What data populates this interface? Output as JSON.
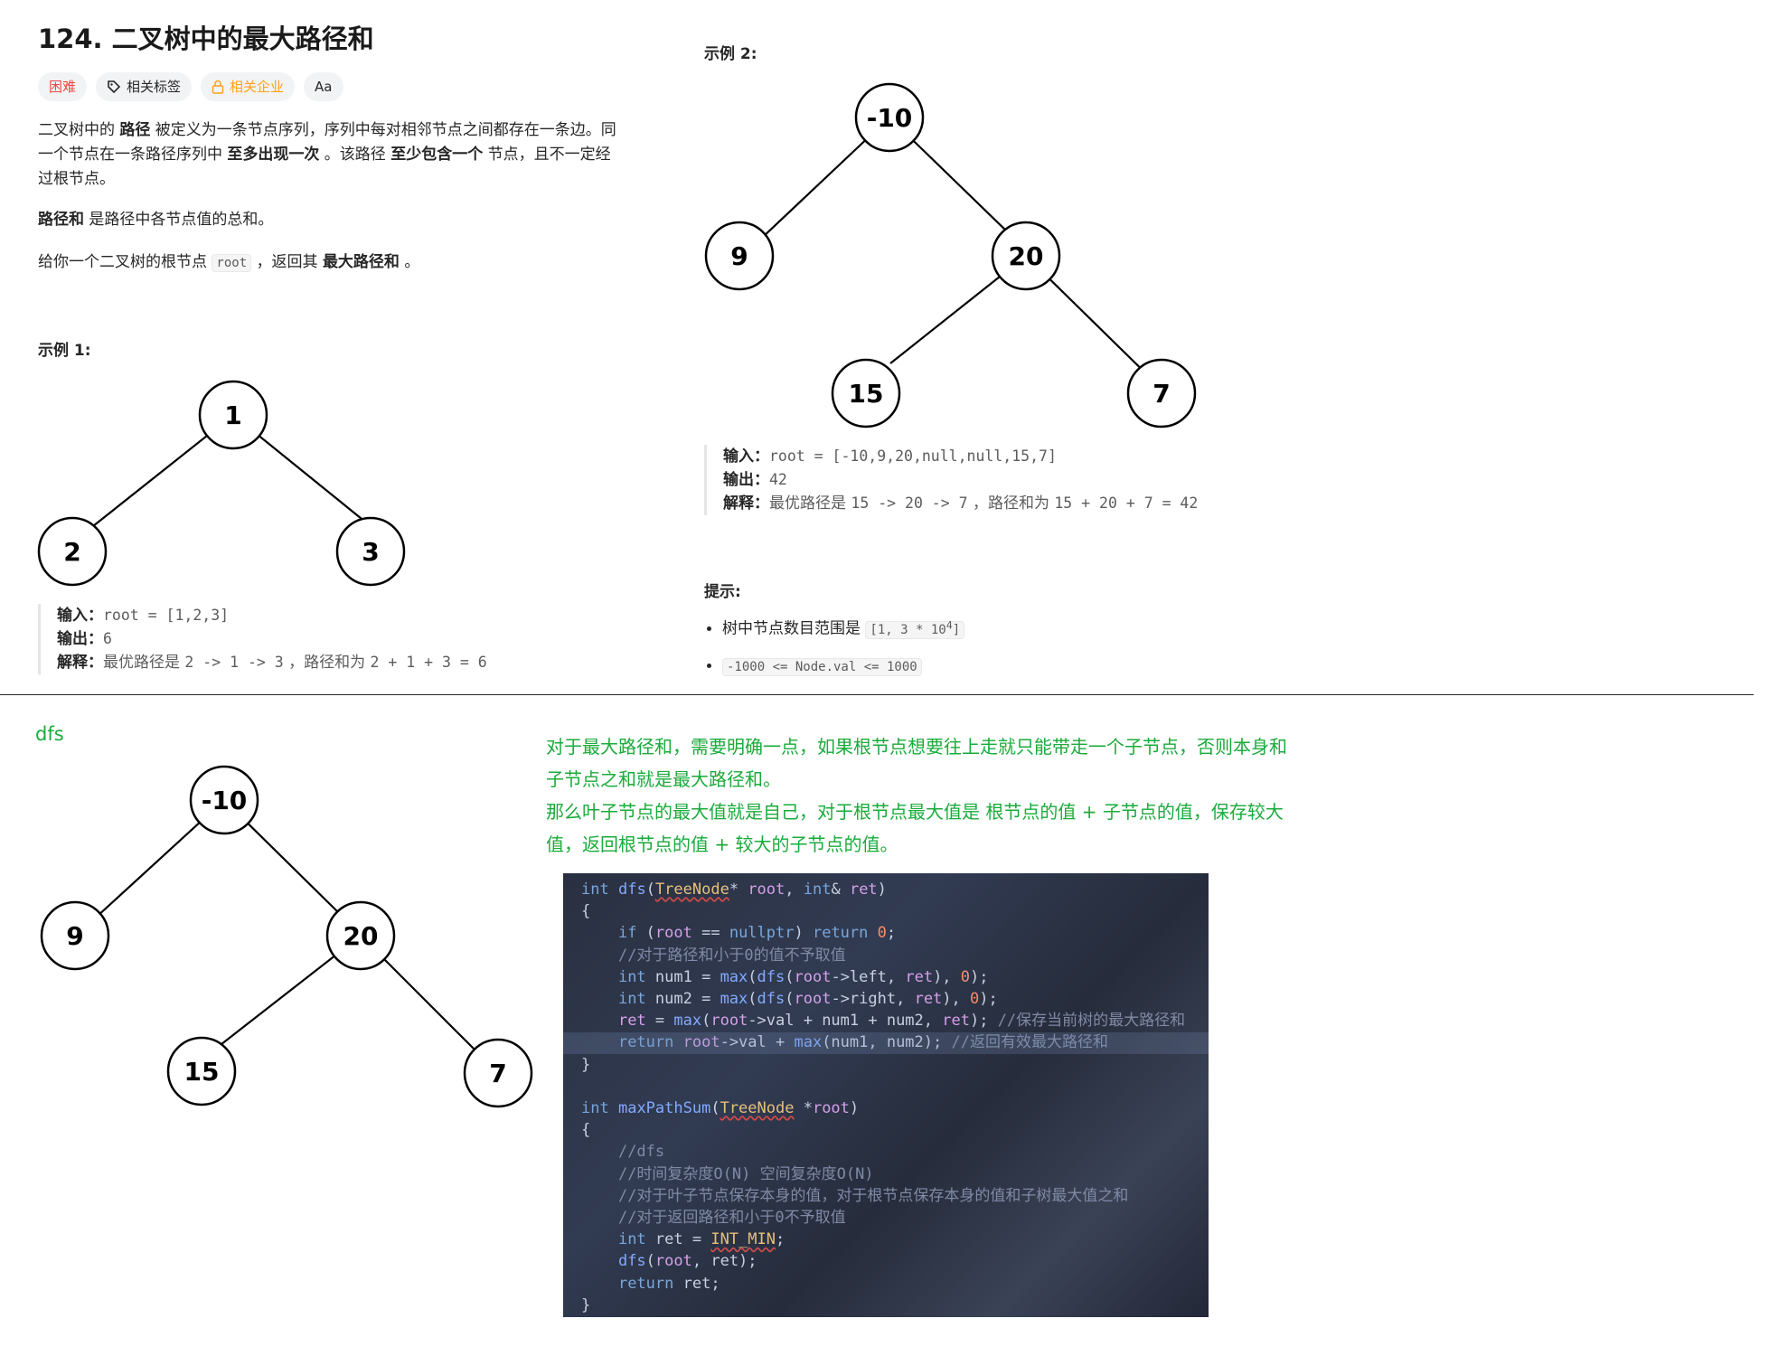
{
  "problem": {
    "title": "124. 二叉树中的最大路径和",
    "tags": {
      "difficulty": "困难",
      "related_tags": "相关标签",
      "related_companies": "相关企业",
      "translate_icon": "Aa"
    },
    "desc_1a": "二叉树中的 ",
    "desc_1b": "路径",
    "desc_1c": " 被定义为一条节点序列，序列中每对相邻节点之间都存在一条边。同一个节点在一条路径序列中 ",
    "desc_1d": "至多出现一次",
    "desc_1e": " 。该路径 ",
    "desc_1f": "至少包含一个",
    "desc_1g": " 节点，且不一定经过根节点。",
    "desc_2a": "路径和",
    "desc_2b": " 是路径中各节点值的总和。",
    "desc_3a": "给你一个二叉树的根节点 ",
    "desc_3b": "root",
    "desc_3c": " ，返回其 ",
    "desc_3d": "最大路径和",
    "desc_3e": " 。"
  },
  "example1": {
    "heading": "示例 1:",
    "nodes": [
      "1",
      "2",
      "3"
    ],
    "input_label": "输入：",
    "input_value": "root = [1,2,3]",
    "output_label": "输出：",
    "output_value": "6",
    "explain_label": "解释：",
    "explain_a": "最优路径是 ",
    "explain_b": "2 -> 1 -> 3",
    "explain_c": " ，路径和为 ",
    "explain_d": "2 + 1 + 3 = 6"
  },
  "example2": {
    "heading": "示例 2:",
    "nodes": [
      "-10",
      "9",
      "20",
      "15",
      "7"
    ],
    "input_label": "输入：",
    "input_value": "root = [-10,9,20,null,null,15,7]",
    "output_label": "输出：",
    "output_value": "42",
    "explain_label": "解释：",
    "explain_a": "最优路径是 ",
    "explain_b": "15 -> 20 -> 7",
    "explain_c": " ，路径和为 ",
    "explain_d": "15 + 20 + 7 = 42"
  },
  "hints": {
    "heading": "提示:",
    "item1_text": "树中节点数目范围是 ",
    "item1_code": "[1, 3 * 10",
    "item1_sup": "4",
    "item1_end": "]",
    "item2_code": "-1000 <= Node.val <= 1000"
  },
  "notes": {
    "dfs_label": "dfs",
    "tree_nodes": [
      "-10",
      "9",
      "20",
      "15",
      "7"
    ],
    "line1": "对于最大路径和，需要明确一点，如果根节点想要往上走就只能带走一个子节点，否则本身和子节点之和就是最大路径和。",
    "line2": "那么叶子节点的最大值就是自己，对于根节点最大值是 根节点的值 + 子节点的值，保存较大值，返回根节点的值 + 较大的子节点的值。"
  },
  "code": {
    "c_skip": "//对于路径和小于0的值不予取值",
    "c_save": "//保存当前树的最大路径和",
    "c_ret": "//返回有效最大路径和",
    "c_dfs": "//dfs",
    "c_cx": "//时间复杂度O(N) 空间复杂度O(N)",
    "c_leaf": "//对于叶子节点保存本身的值，对于根节点保存本身的值和子树最大值之和",
    "c_neg": "//对于返回路径和小于0不予取值"
  },
  "colors": {
    "hard": "#ef4743",
    "company": "#ffa116",
    "note_green": "#1aab3b",
    "code_bg": "#2a3041"
  }
}
